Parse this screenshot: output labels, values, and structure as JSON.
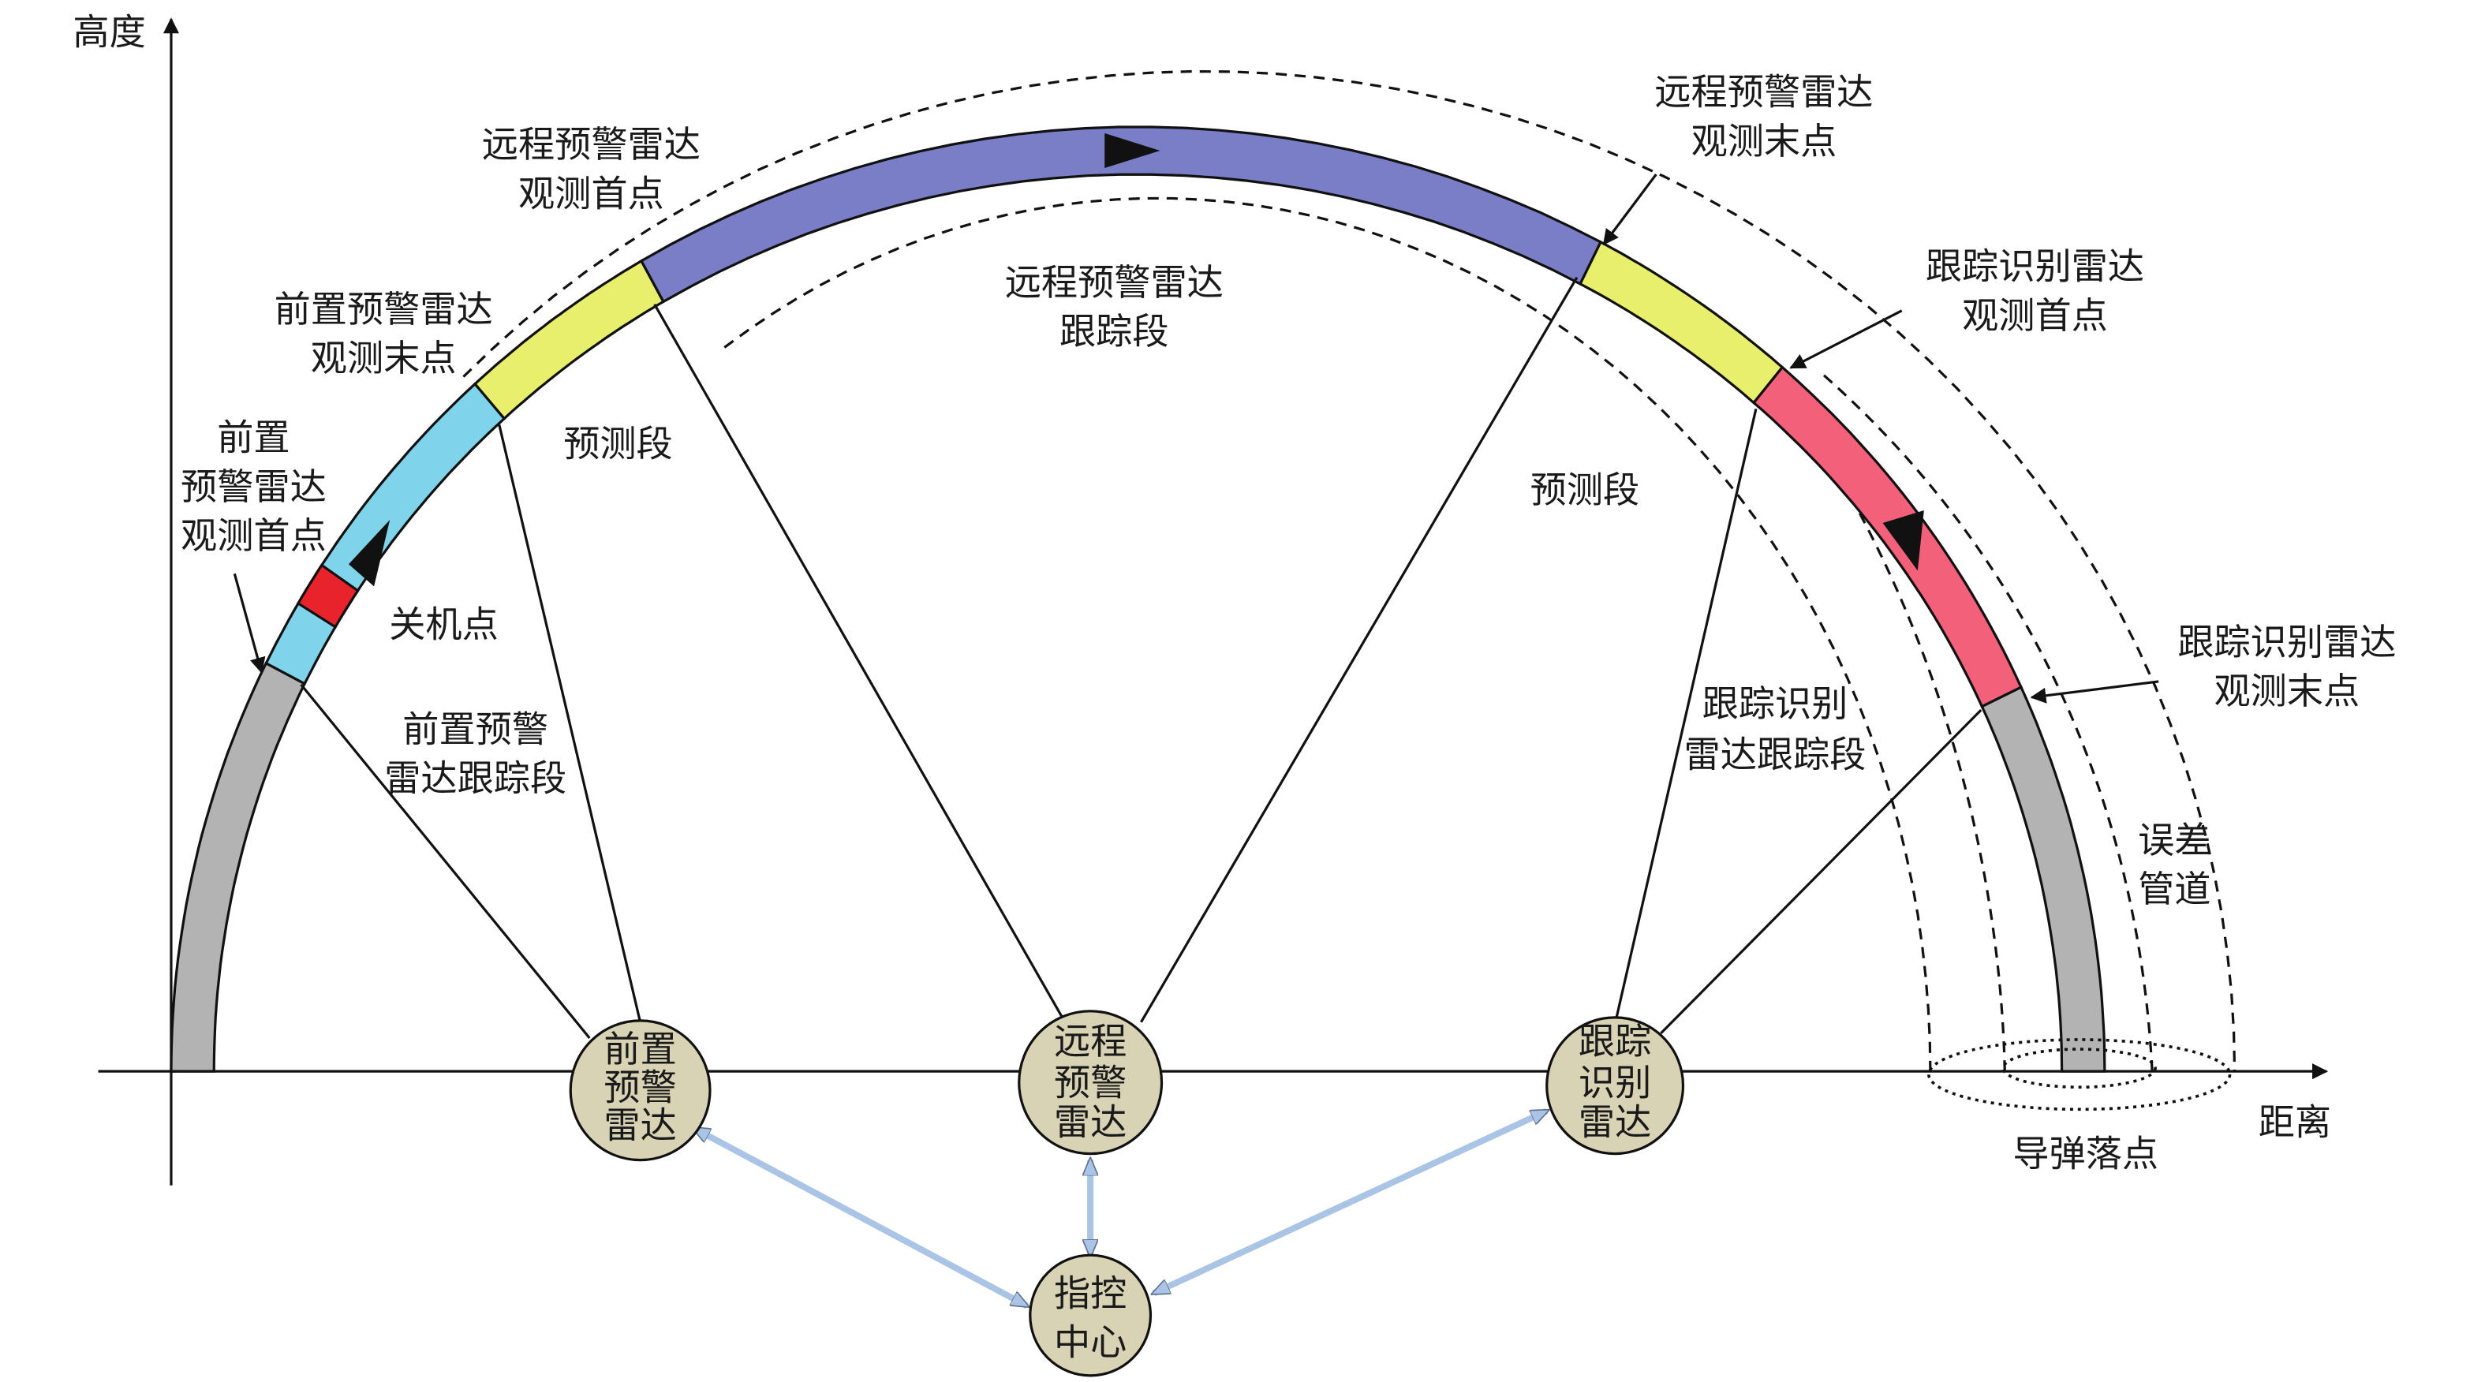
{
  "axes": {
    "y_label": "高度",
    "x_label": "距离"
  },
  "colors": {
    "gray_segment": "#b3b3b3",
    "boost_segment": "#7fd3ea",
    "shutdown_marker": "#e8232b",
    "prediction_segment": "#e8ef6c",
    "long_range_segment": "#7a7ec6",
    "tracking_segment": "#f2607a",
    "node_fill": "#d9d3b5",
    "link_arrow": "#a9c4e4"
  },
  "labels": {
    "front_start": [
      "前置",
      "预警雷达",
      "观测首点"
    ],
    "front_end": [
      "前置预警雷达",
      "观测末点"
    ],
    "shutdown": "关机点",
    "front_track": [
      "前置预警",
      "雷达跟踪段"
    ],
    "predict_left": "预测段",
    "long_start": [
      "远程预警雷达",
      "观测首点"
    ],
    "long_track": [
      "远程预警雷达",
      "跟踪段"
    ],
    "long_end": [
      "远程预警雷达",
      "观测末点"
    ],
    "predict_right": "预测段",
    "track_start": [
      "跟踪识别雷达",
      "观测首点"
    ],
    "track_seg": [
      "跟踪识别",
      "雷达跟踪段"
    ],
    "track_end": [
      "跟踪识别雷达",
      "观测末点"
    ],
    "error_tube": [
      "误差",
      "管道"
    ],
    "impact": "导弹落点"
  },
  "nodes": {
    "front_radar": [
      "前置",
      "预警",
      "雷达"
    ],
    "long_radar": [
      "远程",
      "预警",
      "雷达"
    ],
    "track_radar": [
      "跟踪",
      "识别",
      "雷达"
    ],
    "command": [
      "指控",
      "中心"
    ]
  }
}
